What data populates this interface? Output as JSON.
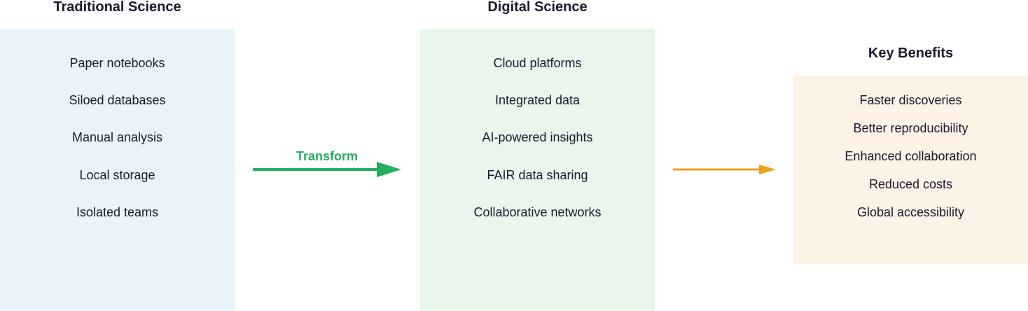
{
  "traditional": {
    "title": "Traditional Science",
    "bg": "#e8f4fa",
    "items": [
      "Paper notebooks",
      "Siloed databases",
      "Manual analysis",
      "Local storage",
      "Isolated teams"
    ]
  },
  "digital": {
    "title": "Digital Science",
    "bg": "#e8f6ec",
    "items": [
      "Cloud platforms",
      "Integrated data",
      "AI-powered insights",
      "FAIR data sharing",
      "Collaborative networks"
    ]
  },
  "benefits": {
    "title": "Key Benefits",
    "bg": "#fdf2e6",
    "items": [
      "Faster discoveries",
      "Better reproducibility",
      "Enhanced collaboration",
      "Reduced costs",
      "Global accessibility"
    ]
  },
  "arrows": {
    "transform_label": "Transform",
    "transform_color": "#27ae60",
    "benefit_color": "#f0a020"
  }
}
